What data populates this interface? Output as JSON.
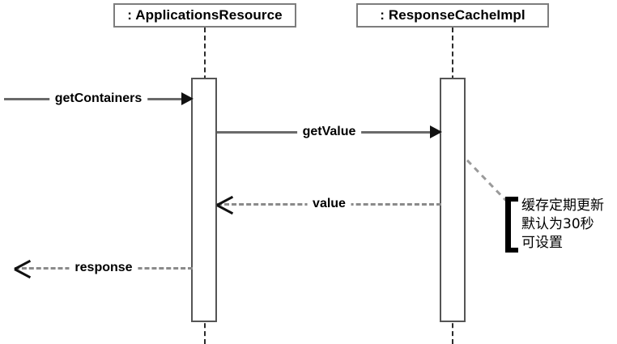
{
  "diagram": {
    "type": "uml-sequence-diagram",
    "colors": {
      "background": "#ffffff",
      "box_border": "#7d7d7d",
      "lifeline": "#2b2b2b",
      "activation_border": "#555555",
      "message_solid": "#6a6a6a",
      "message_dashed": "#8a8a8a",
      "arrowhead": "#111111",
      "note_bracket": "#000000",
      "text": "#000000"
    },
    "participants": [
      {
        "label": ": ApplicationsResource"
      },
      {
        "label": ": ResponseCacheImpl"
      }
    ],
    "messages": [
      {
        "label": "getContainers",
        "style": "solid",
        "direction": "right",
        "arrow": "filled"
      },
      {
        "label": "getValue",
        "style": "solid",
        "direction": "right",
        "arrow": "filled"
      },
      {
        "label": "value",
        "style": "dashed",
        "direction": "left",
        "arrow": "open"
      },
      {
        "label": "response",
        "style": "dashed",
        "direction": "left",
        "arrow": "open"
      }
    ],
    "note": {
      "lines": [
        "缓存定期更新",
        "默认为30秒",
        "可设置"
      ]
    }
  }
}
